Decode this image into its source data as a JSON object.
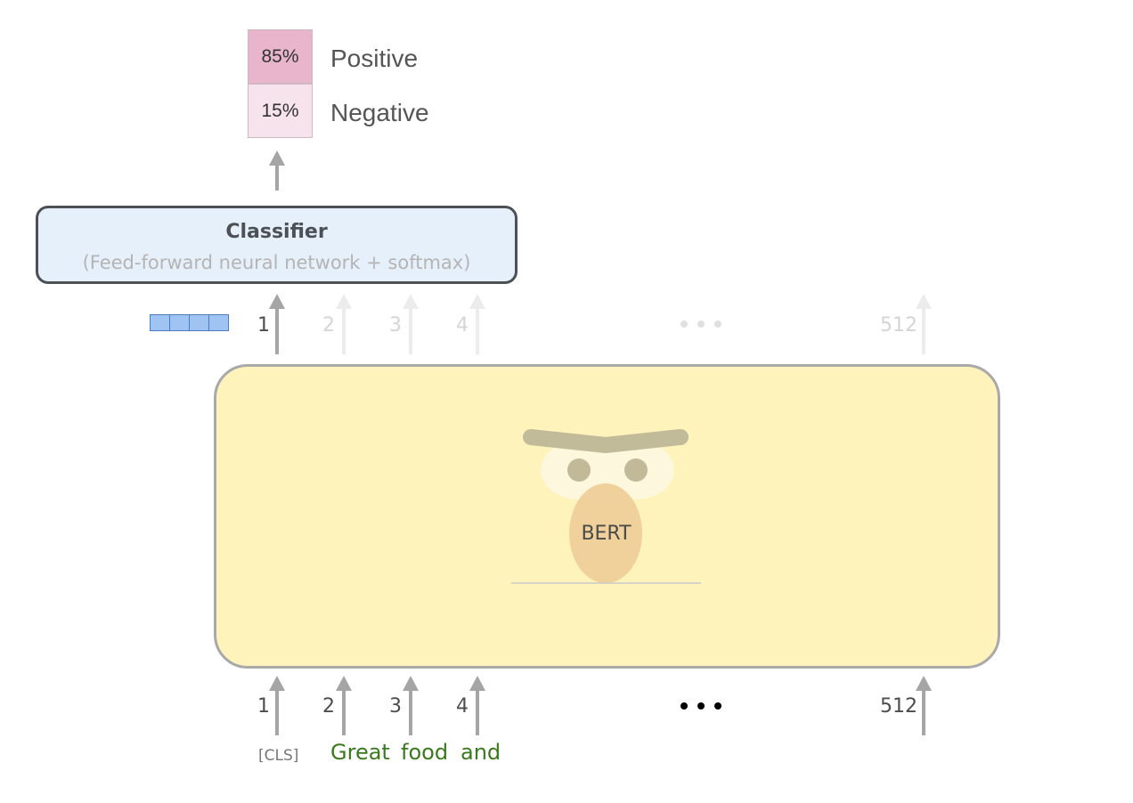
{
  "output": {
    "positive_percent": "85%",
    "positive_label": "Positive",
    "negative_percent": "15%",
    "negative_label": "Negative",
    "positive_color": "#e8b5cc",
    "negative_color": "#f6e3eb"
  },
  "classifier": {
    "title": "Classifier",
    "subtitle": "(Feed-forward neural network + softmax)",
    "fill_color": "#e6f0fa",
    "border_color": "#4d5156"
  },
  "output_positions": {
    "p1": "1",
    "p2": "2",
    "p3": "3",
    "p4": "4",
    "ellipsis": "• • •",
    "p512": "512"
  },
  "bert": {
    "label": "BERT",
    "fill_color": "#fdf3bb",
    "face_color": "#f1d19b"
  },
  "input_positions": {
    "p1": "1",
    "p2": "2",
    "p3": "3",
    "p4": "4",
    "ellipsis": "• • •",
    "p512": "512"
  },
  "tokens": {
    "cls": "[CLS]",
    "t2": "Great",
    "t3": "food",
    "t4": "and",
    "word_color": "#3a7a1e"
  },
  "embedding_vector": {
    "cells": 4,
    "color": "#9fc3f3"
  }
}
